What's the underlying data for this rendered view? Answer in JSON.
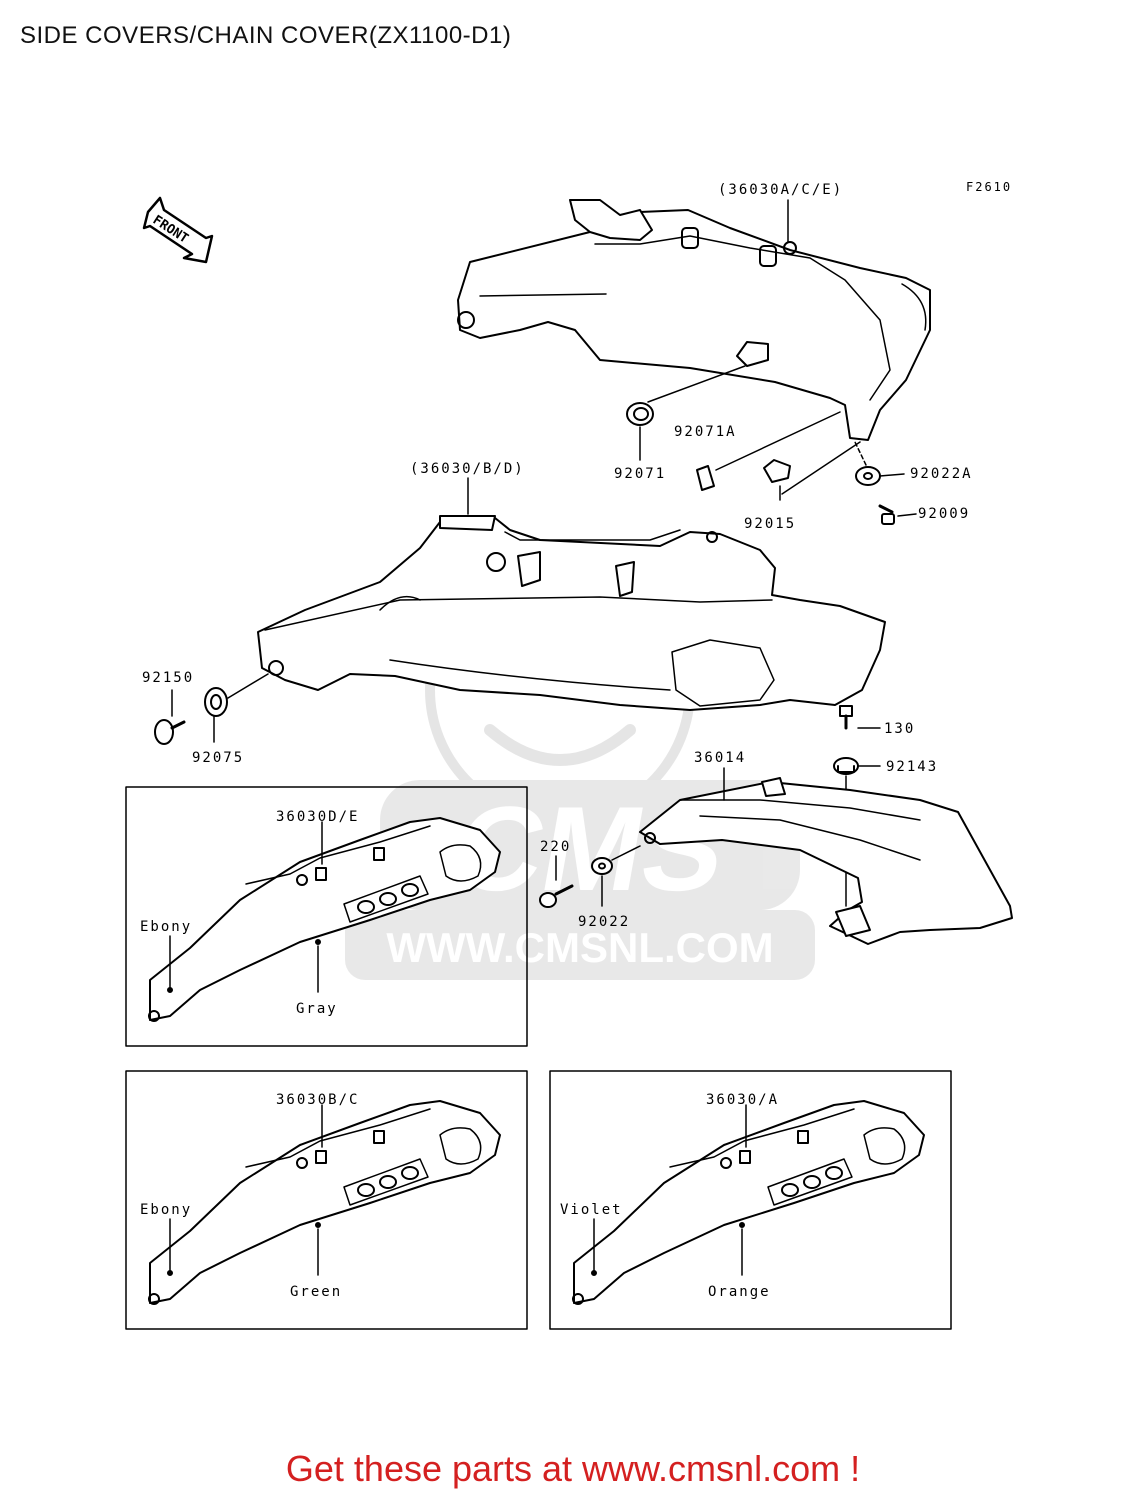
{
  "header": {
    "title": "SIDE COVERS/CHAIN COVER(ZX1100-D1)"
  },
  "figure": {
    "code": "F2610",
    "direction_label": "FRONT"
  },
  "parts": {
    "upper_cover": "(36030A/C/E)",
    "lower_cover": "(36030/B/D)",
    "p92071": "92071",
    "p92071A": "92071A",
    "p92015": "92015",
    "p92022A": "92022A",
    "p92009": "92009",
    "p92150": "92150",
    "p92075": "92075",
    "p130": "130",
    "p92143": "92143",
    "p36014": "36014",
    "p220": "220",
    "p92022": "92022"
  },
  "variants": [
    {
      "part": "36030D/E",
      "stripe_color": "Ebony",
      "body_color": "Gray"
    },
    {
      "part": "36030B/C",
      "stripe_color": "Ebony",
      "body_color": "Green"
    },
    {
      "part": "36030/A",
      "stripe_color": "Violet",
      "body_color": "Orange"
    }
  ],
  "watermark": {
    "text": "WWW.CMSNL.COM",
    "logo": "CMS"
  },
  "footer": {
    "prefix": "Get these parts at ",
    "link": "www.cmsnl.com",
    "suffix": " !",
    "color": "#d42020"
  }
}
